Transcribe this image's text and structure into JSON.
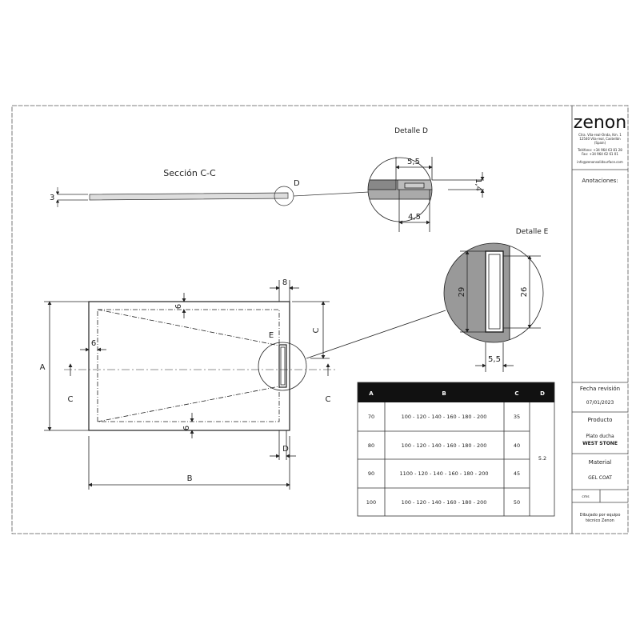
{
  "title_block": {
    "logo": "zenon",
    "address": [
      "Ctra. Vila-real-Onda, Km. 1",
      "12540 Vila-real, Castellón",
      "(Spain)"
    ],
    "phone": "Teléfono: +34 964 63 81 28",
    "fax": "Fax: +34 964 62 61 01",
    "email": "info@zenonsolidsurface.com",
    "annotations_label": "Anotaciones:",
    "revision_label": "Fecha revisión",
    "revision_date": "07/01/2023",
    "product_label": "Producto",
    "product_line1": "Plato ducha",
    "product_line2": "WEST STONE",
    "material_label": "Material",
    "material_value": "GEL COAT",
    "unit": "cms",
    "drawn_by_line1": "Dibujado por equipo",
    "drawn_by_line2": "técnico Zenon"
  },
  "drawing": {
    "section_title": "Sección C-C",
    "section_thickness": "3",
    "detail_d_marker": "D",
    "detail_e_marker": "E",
    "section_c_marker": "C",
    "dim_a": "A",
    "dim_b": "B",
    "dim_c": "C",
    "dim_d": "D",
    "dim_8": "8",
    "dim_6": "6",
    "detail_d": {
      "title": "Detalle D",
      "top": "5,5",
      "bottom": "4,5",
      "height": "1,4"
    },
    "detail_e": {
      "title": "Detalle E",
      "outer": "29",
      "inner": "26",
      "width": "5,5"
    }
  },
  "table": {
    "headers": [
      "A",
      "B",
      "C",
      "D"
    ],
    "rows": [
      {
        "a": "70",
        "b": "100 - 120 - 140 - 160 - 180 - 200",
        "c": "35"
      },
      {
        "a": "80",
        "b": "100 - 120 - 140 - 160 - 180 - 200",
        "c": "40"
      },
      {
        "a": "90",
        "b": "1100 - 120 - 140 - 160 - 180 - 200",
        "c": "45"
      },
      {
        "a": "100",
        "b": "100 - 120 - 140 - 160 - 180 - 200",
        "c": "50"
      }
    ],
    "d_value": "5.2"
  }
}
